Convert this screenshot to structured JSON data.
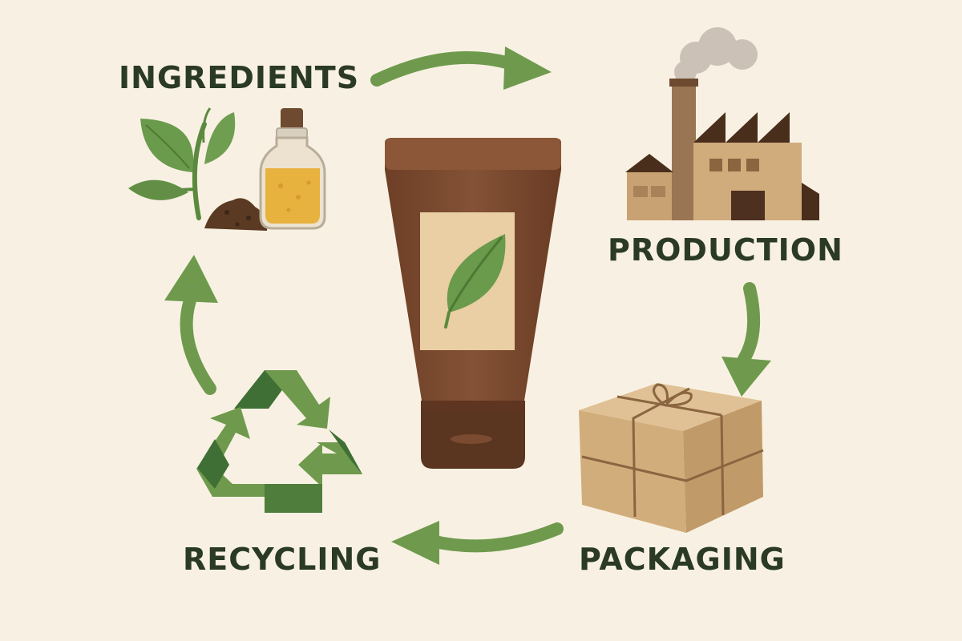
{
  "diagram": {
    "stages": [
      {
        "id": "ingredients",
        "label": "INGREDIENTS",
        "icon": "leaves-oil-soil-icon"
      },
      {
        "id": "production",
        "label": "PRODUCTION",
        "icon": "factory-icon"
      },
      {
        "id": "packaging",
        "label": "PACKAGING",
        "icon": "cardboard-box-icon"
      },
      {
        "id": "recycling",
        "label": "RECYCLING",
        "icon": "recycling-symbol-icon"
      }
    ],
    "center": {
      "icon": "cosmetic-tube-icon"
    },
    "flow": [
      "ingredients",
      "production",
      "packaging",
      "recycling",
      "ingredients"
    ],
    "colors": {
      "background": "#f8f1e3",
      "text": "#2b3a24",
      "arrow": "#6f9a4d",
      "tube": "#7b4a2f",
      "tube_label": "#e9cfa3",
      "leaf": "#6a9a4c",
      "box": "#d2ad7c",
      "factory": "#c9a67a"
    }
  }
}
